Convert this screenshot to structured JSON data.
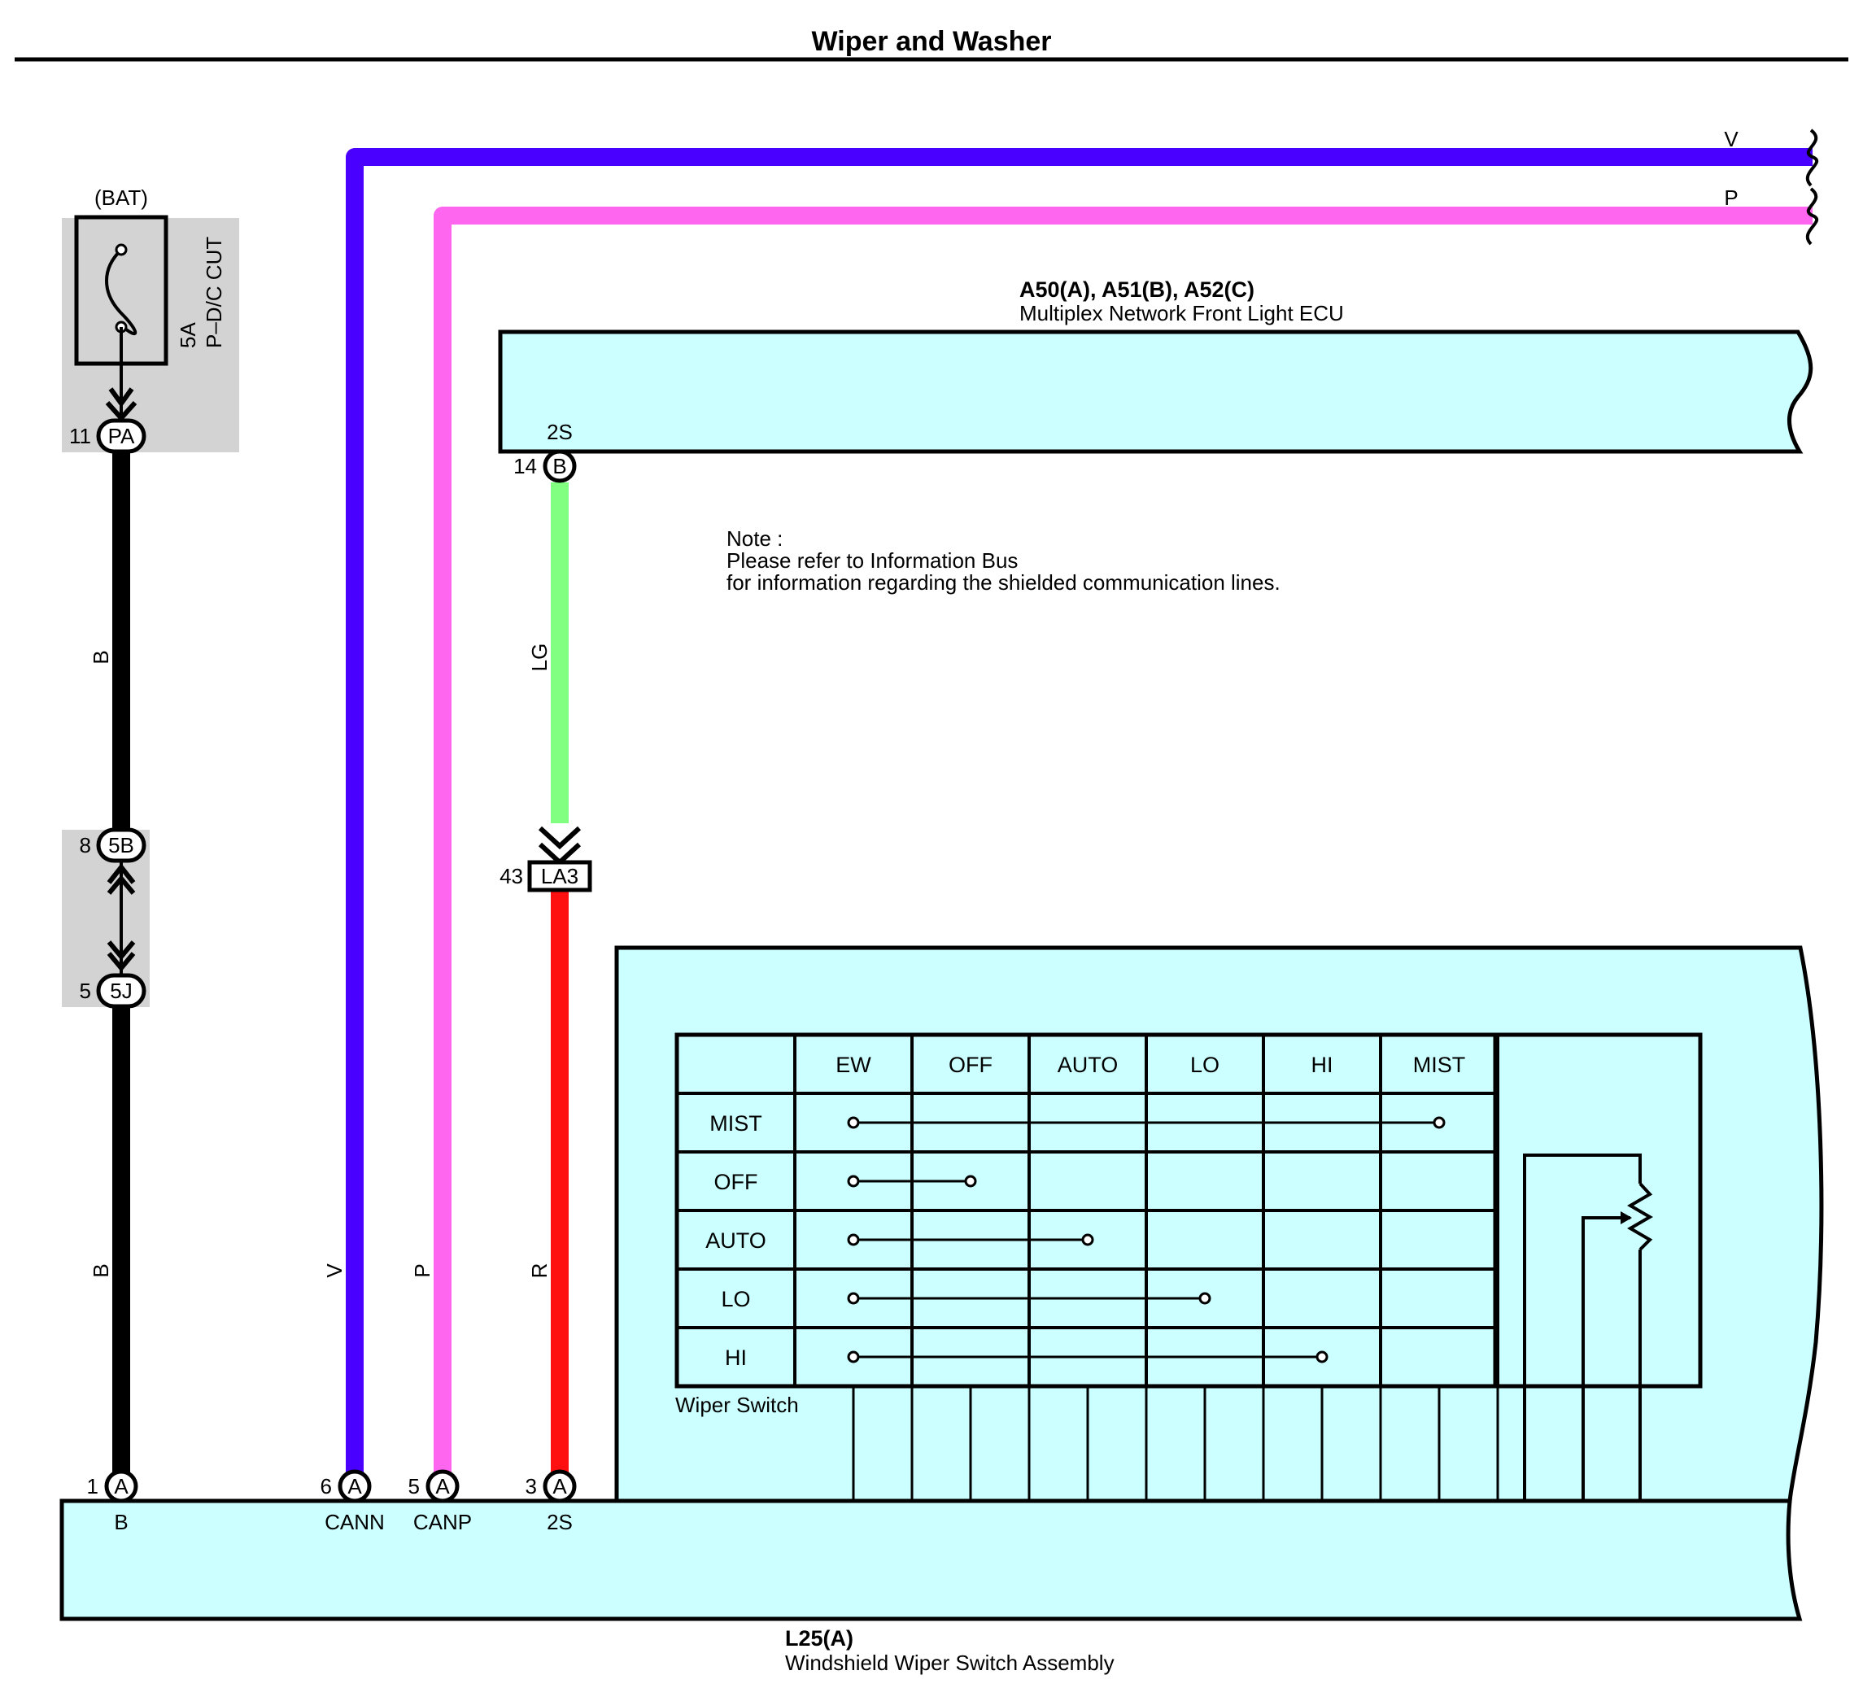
{
  "title": "Wiper and Washer",
  "colors": {
    "wire_V": "#4a00ff",
    "wire_P": "#ff66f0",
    "wire_LG": "#80ff80",
    "wire_R": "#ff1010",
    "wire_B": "#000000",
    "box_fill": "#ccffff",
    "fuse_bg": "#d3d3d3"
  },
  "fuse": {
    "source": "(BAT)",
    "rating": "5A",
    "name": "P–D/C CUT"
  },
  "connectors": {
    "pa": {
      "pin": "11",
      "label": "PA"
    },
    "j5b": {
      "pin": "8",
      "label": "5B"
    },
    "j5j": {
      "pin": "5",
      "label": "5J"
    },
    "ecu_b": {
      "pin": "14",
      "label": "B",
      "terminal": "2S"
    },
    "la3": {
      "pin": "43",
      "label": "LA3"
    },
    "sw_b": {
      "pin": "1",
      "label": "A",
      "terminal": "B"
    },
    "sw_cann": {
      "pin": "6",
      "label": "A",
      "terminal": "CANN"
    },
    "sw_canp": {
      "pin": "5",
      "label": "A",
      "terminal": "CANP"
    },
    "sw_2s": {
      "pin": "3",
      "label": "A",
      "terminal": "2S"
    }
  },
  "wires": {
    "top_v": "V",
    "top_p": "P",
    "b_upper": "B",
    "b_lower": "B",
    "v_vertical": "V",
    "p_vertical": "P",
    "lg": "LG",
    "r": "R"
  },
  "ecu": {
    "code": "A50(A), A51(B), A52(C)",
    "name": "Multiplex Network Front Light ECU"
  },
  "note": {
    "line1": "Note :",
    "line2": "Please refer to Information Bus",
    "line3": "for information regarding the shielded communication lines."
  },
  "switch": {
    "code": "L25(A)",
    "name": "Windshield Wiper Switch Assembly",
    "table_label": "Wiper Switch",
    "columns": [
      "EW",
      "OFF",
      "AUTO",
      "LO",
      "HI",
      "MIST"
    ],
    "rows": [
      {
        "label": "MIST",
        "from": 0,
        "to": 5
      },
      {
        "label": "OFF",
        "from": 0,
        "to": 1
      },
      {
        "label": "AUTO",
        "from": 0,
        "to": 2
      },
      {
        "label": "LO",
        "from": 0,
        "to": 3
      },
      {
        "label": "HI",
        "from": 0,
        "to": 4
      }
    ]
  }
}
